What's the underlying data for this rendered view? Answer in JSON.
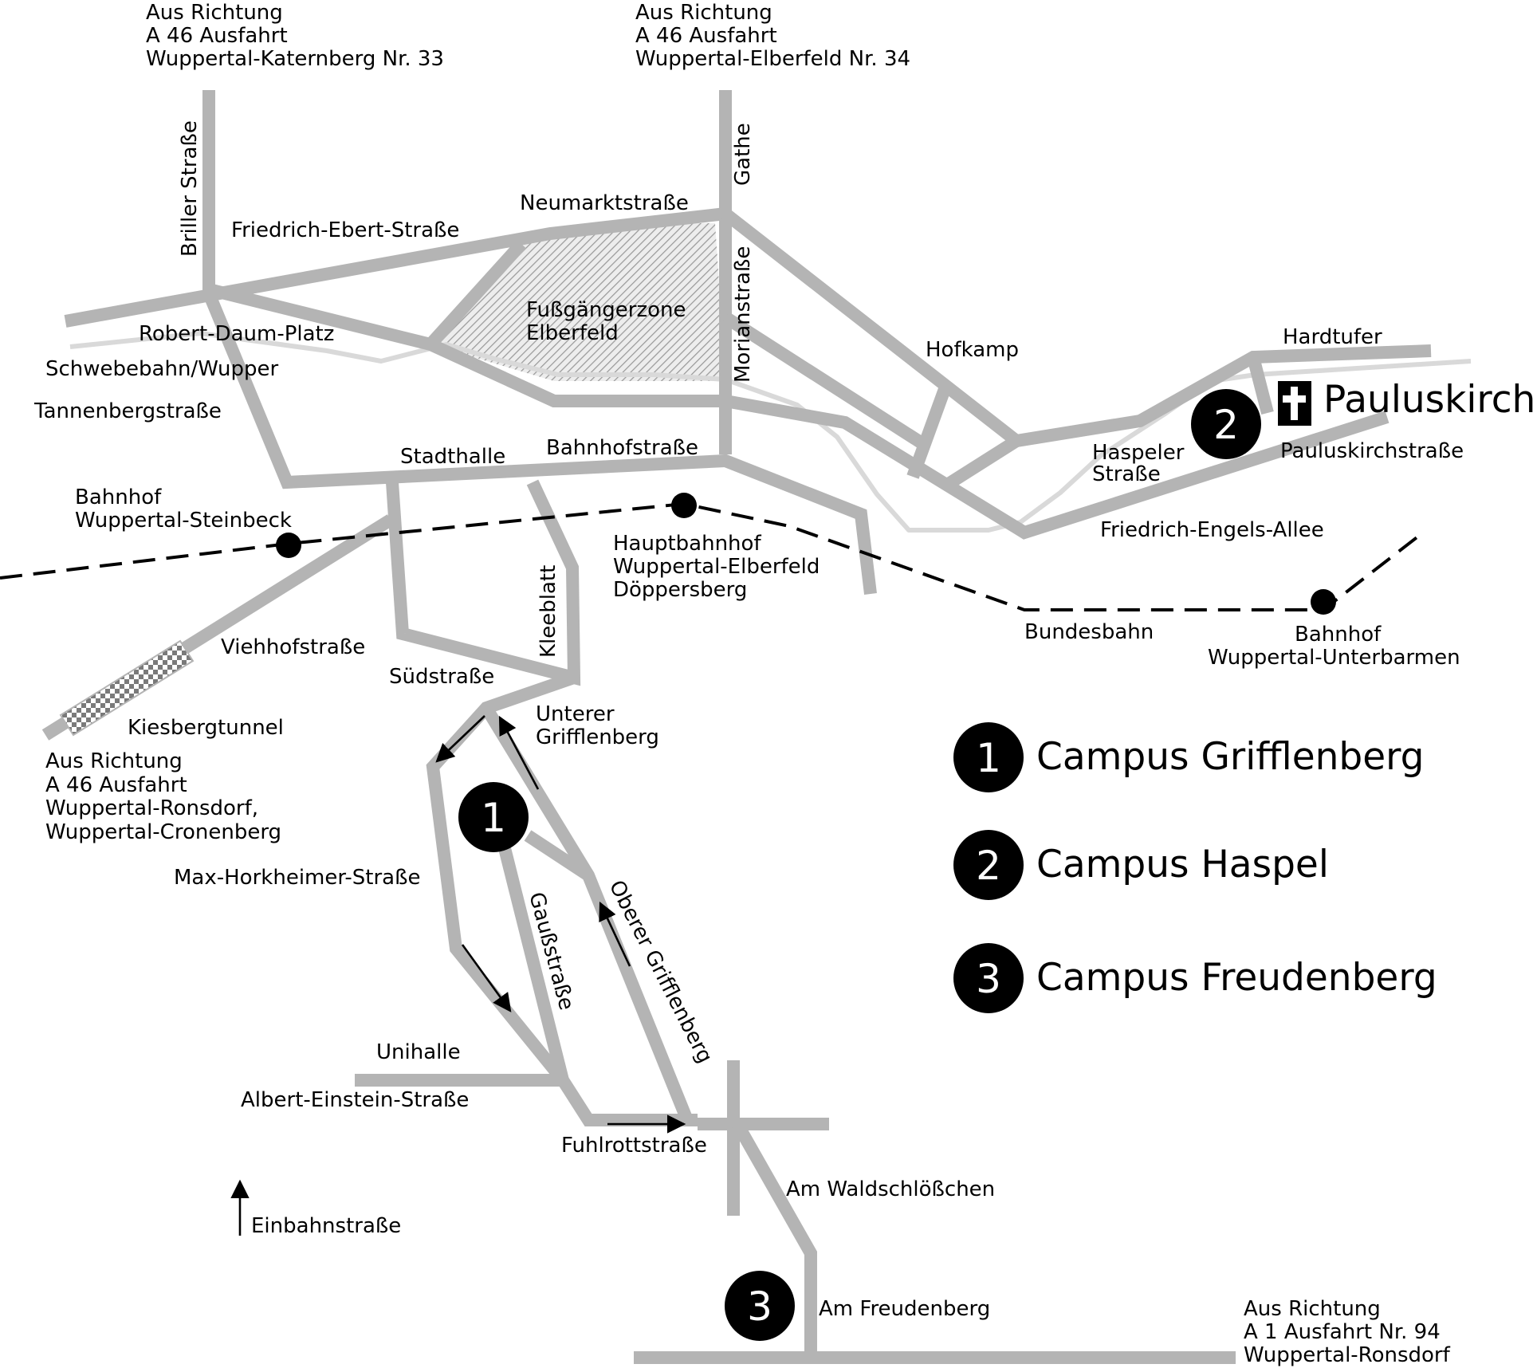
{
  "directions": {
    "katernberg": [
      "Aus Richtung",
      "A 46 Ausfahrt",
      "Wuppertal-Katernberg Nr. 33"
    ],
    "elberfeld": [
      "Aus Richtung",
      "A 46 Ausfahrt",
      "Wuppertal-Elberfeld Nr. 34"
    ],
    "ronsdorf_cronenberg": [
      "Aus Richtung",
      "A 46 Ausfahrt",
      "Wuppertal-Ronsdorf,",
      "Wuppertal-Cronenberg"
    ],
    "a1": [
      "Aus Richtung",
      "A 1 Ausfahrt Nr. 94",
      "Wuppertal-Ronsdorf"
    ]
  },
  "streets": {
    "briller": "Briller Straße",
    "gathe": "Gathe",
    "neumarkt": "Neumarktstraße",
    "friedrich_ebert": "Friedrich-Ebert-Straße",
    "robert_daum": "Robert-Daum-Platz",
    "schwebebahn": "Schwebebahn/Wupper",
    "tannenberg": "Tannenbergstraße",
    "morian": "Morianstraße",
    "hofkamp": "Hofkamp",
    "hardtufer": "Hardtufer",
    "haspeler_1": "Haspeler",
    "haspeler_2": "Straße",
    "pauluskirchstrasse": "Pauluskirchstraße",
    "friedrich_engels": "Friedrich-Engels-Allee",
    "stadthalle": "Stadthalle",
    "bahnhofstrasse": "Bahnhofstraße",
    "kleeblatt": "Kleeblatt",
    "viehhof": "Viehhofstraße",
    "sued": "Südstraße",
    "kiesberg": "Kiesbergtunnel",
    "unterer_1": "Unterer",
    "unterer_2": "Grifflenberg",
    "max_horkheimer": "Max-Horkheimer-Straße",
    "gauss": "Gaußstraße",
    "oberer": "Oberer Grifflenberg",
    "unihalle": "Unihalle",
    "albert_einstein": "Albert-Einstein-Straße",
    "fuhlrott": "Fuhlrottstraße",
    "waldschloesschen": "Am Waldschlößchen",
    "freudenberg": "Am Freudenberg",
    "bundesbahn": "Bundesbahn"
  },
  "zone": [
    "Fußgängerzone",
    "Elberfeld"
  ],
  "stations": {
    "steinbeck": [
      "Bahnhof",
      "Wuppertal-Steinbeck"
    ],
    "hbf": [
      "Hauptbahnhof",
      "Wuppertal-Elberfeld",
      "Döppersberg"
    ],
    "unterbarmen": [
      "Bahnhof",
      "Wuppertal-Unterbarmen"
    ]
  },
  "church": "Pauluskirche",
  "oneway": "Einbahnstraße",
  "campus_markers": [
    "1",
    "2",
    "3"
  ],
  "legend": [
    {
      "num": "1",
      "label": "Campus Grifflenberg"
    },
    {
      "num": "2",
      "label": "Campus Haspel"
    },
    {
      "num": "3",
      "label": "Campus Freudenberg"
    }
  ],
  "colors": {
    "road": "#b4b4b4",
    "wupper": "#d9d9d9",
    "marker": "#000000"
  }
}
